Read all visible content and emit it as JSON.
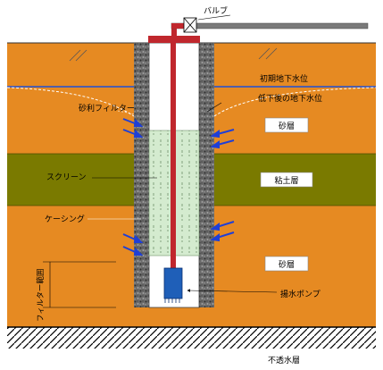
{
  "labels": {
    "valve": "バルブ",
    "initial_water_level": "初期地下水位",
    "lowered_water_level": "低下後の地下水位",
    "gravel_filter": "砂利フィルター",
    "screen": "スクリーン",
    "casing": "ケーシング",
    "filter_range": "フィルター範囲",
    "pump": "揚水ポンプ",
    "sand_layer_upper": "砂層",
    "clay_layer": "粘土層",
    "sand_layer_lower": "砂層",
    "impermeable_layer": "不透水層"
  },
  "colors": {
    "sand": "#e68a22",
    "clay": "#7a7a00",
    "water_line": "#1f4fd6",
    "filter_gravel": "#555555",
    "screen": "#cfe8c8",
    "pipe": "#c0272d",
    "pump": "#1f5fb8",
    "flow_arrow": "#1f3fd6"
  }
}
